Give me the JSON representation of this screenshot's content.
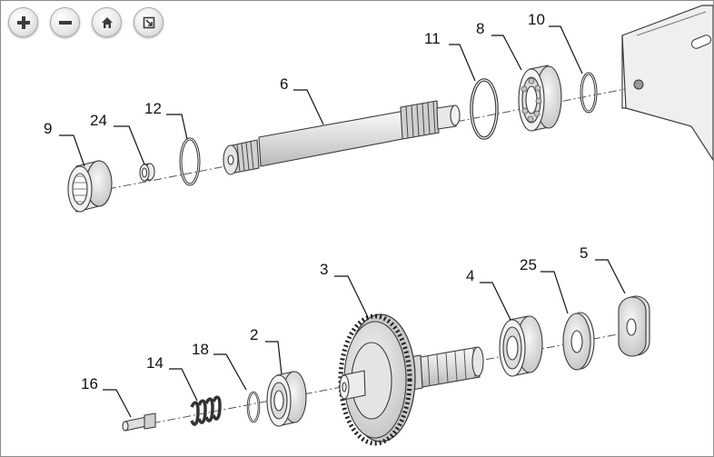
{
  "toolbar": {
    "buttons": [
      {
        "name": "zoom-in",
        "icon": "plus-icon"
      },
      {
        "name": "zoom-out",
        "icon": "minus-icon"
      },
      {
        "name": "home",
        "icon": "home-icon"
      },
      {
        "name": "fit",
        "icon": "fit-screen-icon"
      }
    ]
  },
  "callouts": {
    "p9": "9",
    "p24": "24",
    "p12": "12",
    "p6": "6",
    "p11": "11",
    "p8": "8",
    "p10": "10",
    "p3": "3",
    "p4": "4",
    "p25": "25",
    "p5": "5",
    "p2": "2",
    "p18": "18",
    "p14": "14",
    "p16": "16"
  }
}
